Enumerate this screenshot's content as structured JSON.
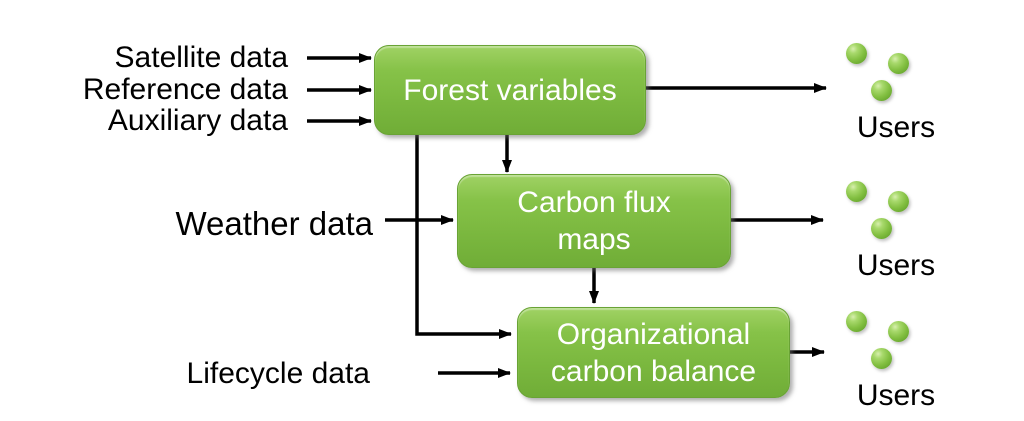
{
  "diagram": {
    "background": "#ffffff",
    "inputs": [
      {
        "id": "satellite",
        "label": "Satellite data"
      },
      {
        "id": "reference",
        "label": "Reference data"
      },
      {
        "id": "auxiliary",
        "label": "Auxiliary data"
      },
      {
        "id": "weather",
        "label": "Weather data"
      },
      {
        "id": "lifecycle",
        "label": "Lifecycle data"
      }
    ],
    "nodes": [
      {
        "id": "forest",
        "lines": [
          "Forest variables"
        ]
      },
      {
        "id": "carbon",
        "lines": [
          "Carbon flux",
          "maps"
        ]
      },
      {
        "id": "org",
        "lines": [
          "Organizational",
          "carbon balance"
        ]
      }
    ],
    "user_groups": [
      {
        "id": "users-1",
        "label": "Users"
      },
      {
        "id": "users-2",
        "label": "Users"
      },
      {
        "id": "users-3",
        "label": "Users"
      }
    ],
    "edges": [
      {
        "from": "satellite",
        "to": "forest"
      },
      {
        "from": "reference",
        "to": "forest"
      },
      {
        "from": "auxiliary",
        "to": "forest"
      },
      {
        "from": "forest",
        "to": "users-1"
      },
      {
        "from": "forest",
        "to": "carbon"
      },
      {
        "from": "forest",
        "to": "org"
      },
      {
        "from": "weather",
        "to": "carbon"
      },
      {
        "from": "carbon",
        "to": "users-2"
      },
      {
        "from": "carbon",
        "to": "org"
      },
      {
        "from": "lifecycle",
        "to": "org"
      },
      {
        "from": "org",
        "to": "users-3"
      }
    ],
    "colors": {
      "node_fill_top": "#a0d264",
      "node_fill_bottom": "#70ad37",
      "node_border": "#69a335",
      "node_text": "#ffffff",
      "label_text": "#000000",
      "arrow": "#000000",
      "user_dot": "#82bf41"
    }
  }
}
